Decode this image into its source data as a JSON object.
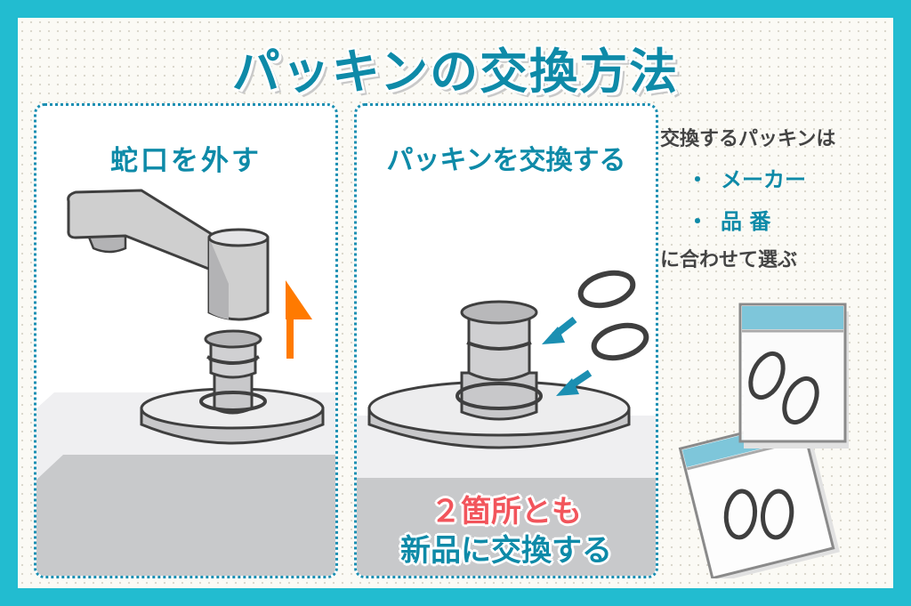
{
  "title": "パッキンの交換方法",
  "colors": {
    "frame": "#22bcd0",
    "accent_blue": "#0e8aa8",
    "accent_red": "#f2555c",
    "arrow_orange": "#ff7a00",
    "text_dark": "#444444",
    "metal_gray": "#cfcfcf"
  },
  "step1": {
    "title": "蛇口を外す",
    "icons": [
      "faucet-spout-icon",
      "arrow-up-icon",
      "faucet-base-icon"
    ]
  },
  "step2": {
    "title": "パッキンを交換する",
    "note_line1": "２箇所とも",
    "note_line2": "新品に交換する",
    "icons": [
      "faucet-base-icon",
      "o-ring-icon",
      "o-ring-icon",
      "arrow-in-icon",
      "arrow-in-icon"
    ]
  },
  "sidebar": {
    "line1": "交換するパッキンは",
    "bullets": [
      {
        "dot": "・",
        "label": "メーカー"
      },
      {
        "dot": "・",
        "label": "品 番"
      }
    ],
    "line2": "に合わせて選ぶ",
    "icons": [
      "packing-bag-icon",
      "packing-bag-icon"
    ]
  }
}
